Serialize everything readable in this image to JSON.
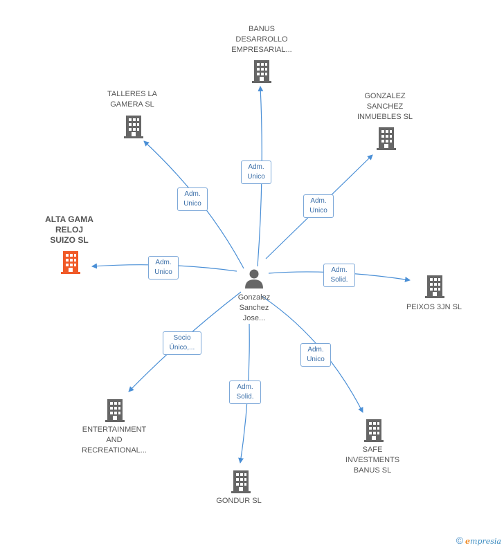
{
  "center": {
    "label": "Gonzalez\nSanchez\nJose..."
  },
  "companies": [
    {
      "id": "banus",
      "label": "BANUS\nDESARROLLO\nEMPRESARIAL...",
      "highlight": false
    },
    {
      "id": "talleres",
      "label": "TALLERES LA\nGAMERA  SL",
      "highlight": false
    },
    {
      "id": "gonzalez-inm",
      "label": "GONZALEZ\nSANCHEZ\nINMUEBLES SL",
      "highlight": false
    },
    {
      "id": "alta-gama",
      "label": "ALTA GAMA\nRELOJ\nSUIZO SL",
      "highlight": true
    },
    {
      "id": "peixos",
      "label": "PEIXOS 3JN SL",
      "highlight": false
    },
    {
      "id": "entertainment",
      "label": "ENTERTAINMENT\nAND\nRECREATIONAL...",
      "highlight": false
    },
    {
      "id": "gondur",
      "label": "GONDUR SL",
      "highlight": false
    },
    {
      "id": "safe",
      "label": "SAFE\nINVESTMENTS\nBANUS  SL",
      "highlight": false
    }
  ],
  "relations": [
    {
      "to": "banus",
      "label": "Adm.\nUnico"
    },
    {
      "to": "talleres",
      "label": "Adm.\nUnico"
    },
    {
      "to": "gonzalez-inm",
      "label": "Adm.\nUnico"
    },
    {
      "to": "alta-gama",
      "label": "Adm.\nUnico"
    },
    {
      "to": "peixos",
      "label": "Adm.\nSolid."
    },
    {
      "to": "entertainment",
      "label": "Socio\nÚnico,..."
    },
    {
      "to": "gondur",
      "label": "Adm.\nSolid."
    },
    {
      "to": "safe",
      "label": "Adm.\nUnico"
    }
  ],
  "colors": {
    "edge": "#4a8fd6",
    "building": "#666666",
    "building_highlight": "#f05a28"
  },
  "footer": {
    "copyright": "©",
    "brand_e": "e",
    "brand_rest": "mpresia"
  }
}
